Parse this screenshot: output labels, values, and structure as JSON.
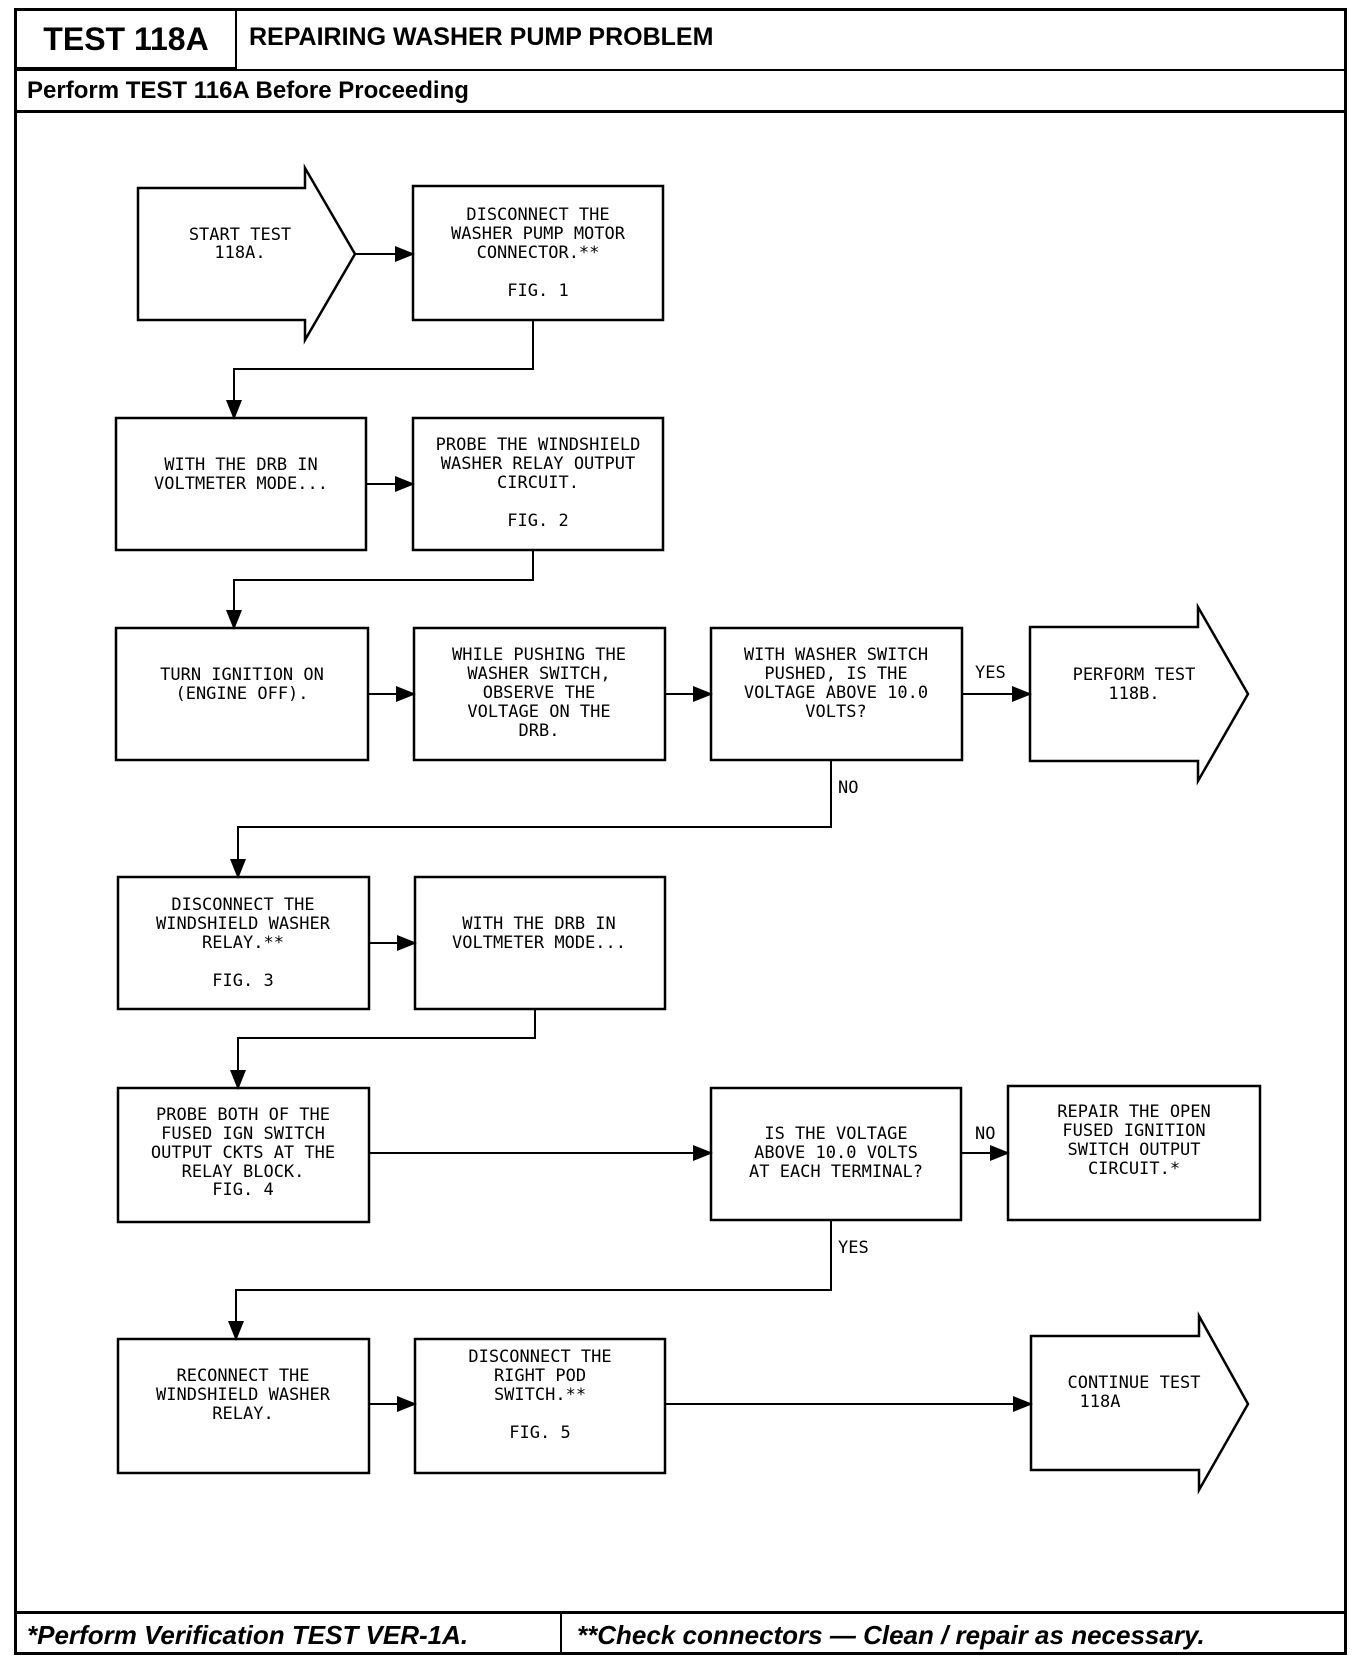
{
  "header": {
    "test_id": "TEST 118A",
    "title": "REPAIRING WASHER PUMP PROBLEM",
    "subtitle": "Perform TEST 116A Before Proceeding"
  },
  "footer": {
    "left": "*Perform Verification TEST VER-1A.",
    "right": "**Check connectors — Clean / repair as necessary."
  },
  "flow": {
    "start": [
      "START TEST",
      "118A."
    ],
    "b1": [
      "DISCONNECT THE",
      "WASHER PUMP MOTOR",
      "CONNECTOR.**",
      "",
      "FIG. 1"
    ],
    "b2": [
      "WITH THE DRB IN",
      "VOLTMETER MODE..."
    ],
    "b3": [
      "PROBE THE WINDSHIELD",
      "WASHER RELAY OUTPUT",
      "CIRCUIT.",
      "",
      "FIG. 2"
    ],
    "b4": [
      "TURN IGNITION ON",
      "(ENGINE OFF)."
    ],
    "b5": [
      "WHILE PUSHING THE",
      "WASHER SWITCH,",
      "OBSERVE THE",
      "VOLTAGE ON THE",
      "DRB."
    ],
    "b6": [
      "WITH WASHER SWITCH",
      "PUSHED, IS THE",
      "VOLTAGE ABOVE 10.0",
      "VOLTS?"
    ],
    "perform118b": [
      "PERFORM TEST",
      "118B."
    ],
    "b7": [
      "DISCONNECT THE",
      "WINDSHIELD WASHER",
      "RELAY.**",
      "",
      "FIG. 3"
    ],
    "b8": [
      "WITH THE DRB IN",
      "VOLTMETER MODE..."
    ],
    "b9": [
      "PROBE BOTH OF THE",
      "FUSED IGN SWITCH",
      "OUTPUT CKTS AT THE",
      "RELAY BLOCK.",
      "FIG. 4"
    ],
    "b10": [
      "IS THE VOLTAGE",
      "ABOVE 10.0 VOLTS",
      "AT EACH TERMINAL?"
    ],
    "b11": [
      "REPAIR THE OPEN",
      "FUSED IGNITION",
      "SWITCH OUTPUT",
      "CIRCUIT.*"
    ],
    "b12": [
      "RECONNECT THE",
      "WINDSHIELD WASHER",
      "RELAY."
    ],
    "b13": [
      "DISCONNECT THE",
      "RIGHT POD",
      "SWITCH.**",
      "",
      "FIG. 5"
    ],
    "continue": [
      "CONTINUE TEST",
      "118A"
    ],
    "labels": {
      "yes1": "YES",
      "no1": "NO",
      "no2": "NO",
      "yes2": "YES"
    }
  }
}
